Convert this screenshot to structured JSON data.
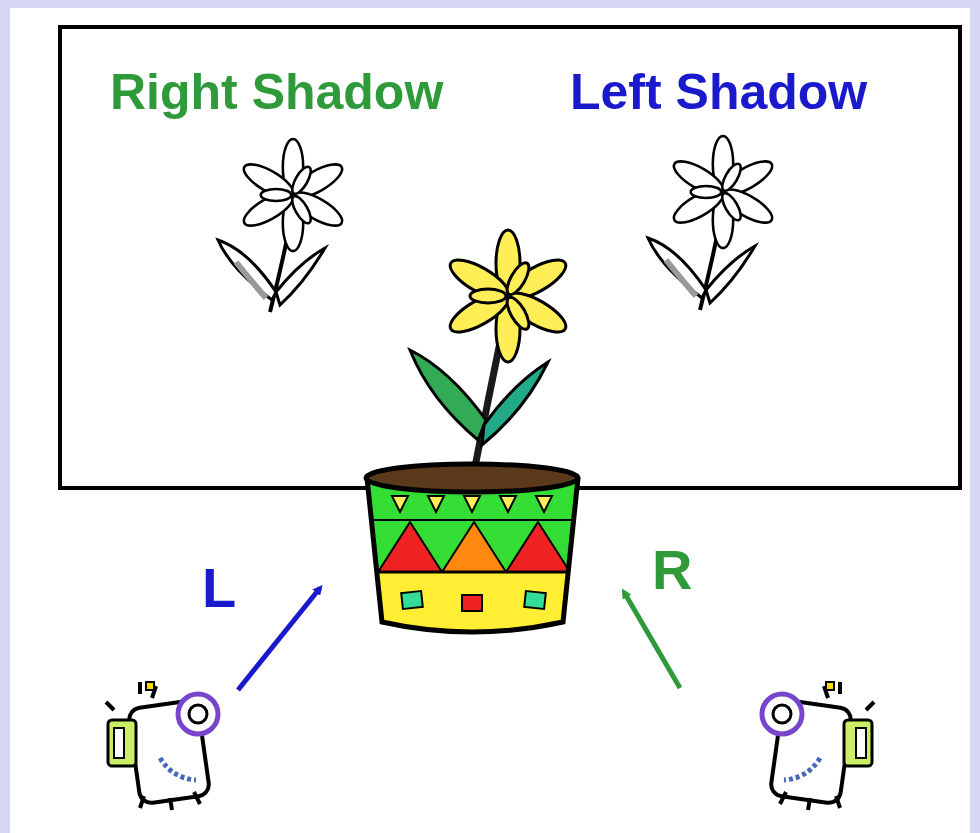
{
  "diagram": {
    "nodes": [
      {
        "text": [
          "Right Shadow",
          "Left Shadow"
        ]
      }
    ],
    "labels": [
      "L",
      "R"
    ]
  }
}
